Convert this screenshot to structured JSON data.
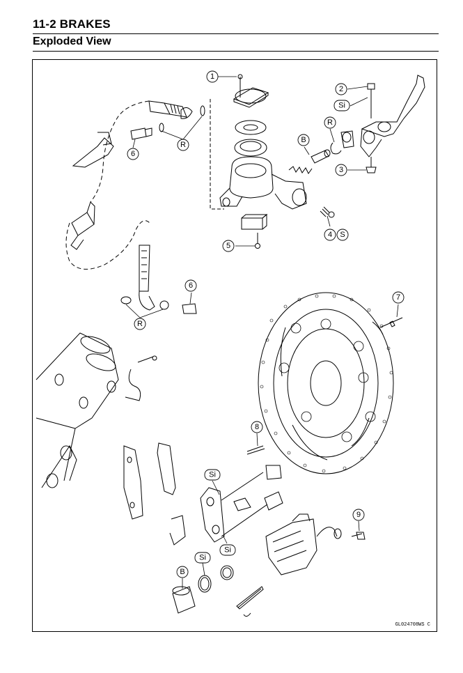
{
  "header": {
    "section": "11-2 BRAKES",
    "subtitle": "Exploded View"
  },
  "callouts": {
    "c1": "1",
    "c2": "2",
    "c3": "3",
    "c4": "4",
    "c5": "5",
    "c6a": "6",
    "c6b": "6",
    "c7": "7",
    "c8": "8",
    "c9": "9",
    "rA": "R",
    "rB": "R",
    "rC": "R",
    "bA": "B",
    "bB": "B",
    "sA": "S",
    "siA": "Si",
    "siB": "Si",
    "siC": "Si",
    "siD": "Si"
  },
  "figure_code": "GL024708WS C"
}
